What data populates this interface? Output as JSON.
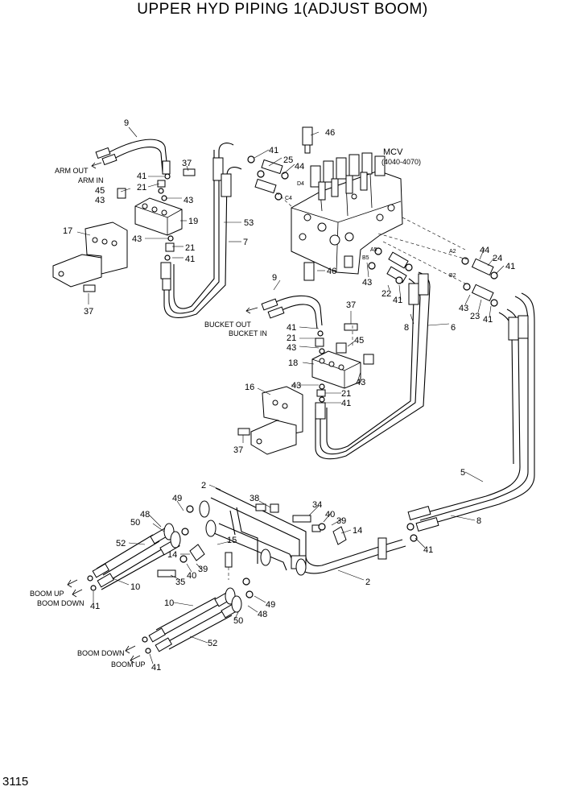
{
  "title": "UPPER HYD PIPING 1(ADJUST BOOM)",
  "page_number": "3115",
  "mcv": {
    "name": "MCV",
    "range": "(4040-4070)"
  },
  "ports": {
    "d4": "D4",
    "c4": "C4",
    "a5": "A5",
    "b5": "B5",
    "a2": "A2",
    "b2": "B2"
  },
  "flow_labels": {
    "arm_out": "ARM OUT",
    "arm_in": "ARM IN",
    "bucket_out": "BUCKET OUT",
    "bucket_in": "BUCKET IN",
    "boom_up_left": "BOOM UP",
    "boom_down_left": "BOOM DOWN",
    "boom_down_lower": "BOOM DOWN",
    "boom_up_lower": "BOOM UP"
  },
  "callouts": {
    "c9a": "9",
    "c46a": "46",
    "c41a": "41",
    "c25": "25",
    "c44a": "44",
    "c37a": "37",
    "c41b": "41",
    "c21a": "21",
    "c45a": "45",
    "c43a": "43",
    "c43b": "43",
    "c17": "17",
    "c19": "19",
    "c43c": "43",
    "c21b": "21",
    "c41c": "41",
    "c37b": "37",
    "c53": "53",
    "c7": "7",
    "c46b": "46",
    "c9b": "9",
    "c37c": "37",
    "c41d": "41",
    "c21c": "21",
    "c43d": "43",
    "c45b": "45",
    "c18": "18",
    "c43e": "43",
    "c43f": "43",
    "c16": "16",
    "c21d": "21",
    "c41e": "41",
    "c37d": "37",
    "c43g": "43",
    "c22": "22",
    "c41f": "41",
    "c8a": "8",
    "c6": "6",
    "c44b": "44",
    "c24": "24",
    "c41g": "41",
    "c43h": "43",
    "c23": "23",
    "c41h": "41",
    "c5": "5",
    "c8b": "8",
    "c41i": "41",
    "c2a": "2",
    "c38": "38",
    "c34": "34",
    "c40a": "40",
    "c39a": "39",
    "c14a": "14",
    "c49a": "49",
    "c48a": "48",
    "c50a": "50",
    "c52a": "52",
    "c15": "15",
    "c14b": "14",
    "c40b": "40",
    "c39b": "39",
    "c35": "35",
    "c10a": "10",
    "c41j": "41",
    "c2b": "2",
    "c49b": "49",
    "c10b": "10",
    "c48b": "48",
    "c50b": "50",
    "c52b": "52",
    "c41k": "41"
  }
}
